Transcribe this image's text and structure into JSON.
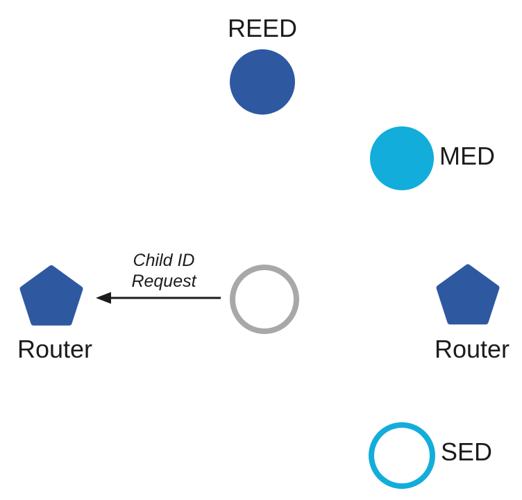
{
  "diagram": {
    "title_hint": "Thread network device roles topology",
    "nodes": [
      {
        "id": "reed",
        "label": "REED",
        "shape": "circle",
        "style": "filled",
        "color_key": "router_blue"
      },
      {
        "id": "med",
        "label": "MED",
        "shape": "circle",
        "style": "filled",
        "color_key": "cyan"
      },
      {
        "id": "router_left",
        "label": "Router",
        "shape": "pentagon",
        "style": "filled",
        "color_key": "router_blue"
      },
      {
        "id": "joining_device",
        "label": "",
        "shape": "circle",
        "style": "outline",
        "color_key": "gray"
      },
      {
        "id": "router_right",
        "label": "Router",
        "shape": "pentagon",
        "style": "filled",
        "color_key": "router_blue"
      },
      {
        "id": "sed",
        "label": "SED",
        "shape": "circle",
        "style": "outline",
        "color_key": "cyan"
      }
    ],
    "edge": {
      "from": "joining_device",
      "to": "router_left",
      "type": "arrow",
      "label": "Child ID Request"
    }
  },
  "labels": {
    "reed": "REED",
    "med": "MED",
    "router_left": "Router",
    "router_right": "Router",
    "sed": "SED"
  },
  "message": {
    "line1": "Child ID",
    "line2": "Request"
  },
  "colors": {
    "router_blue": "#2E59A1",
    "cyan": "#12ADDB",
    "gray": "#A8A8A8",
    "text": "#1C1C1C",
    "bg": "#FFFFFF"
  }
}
